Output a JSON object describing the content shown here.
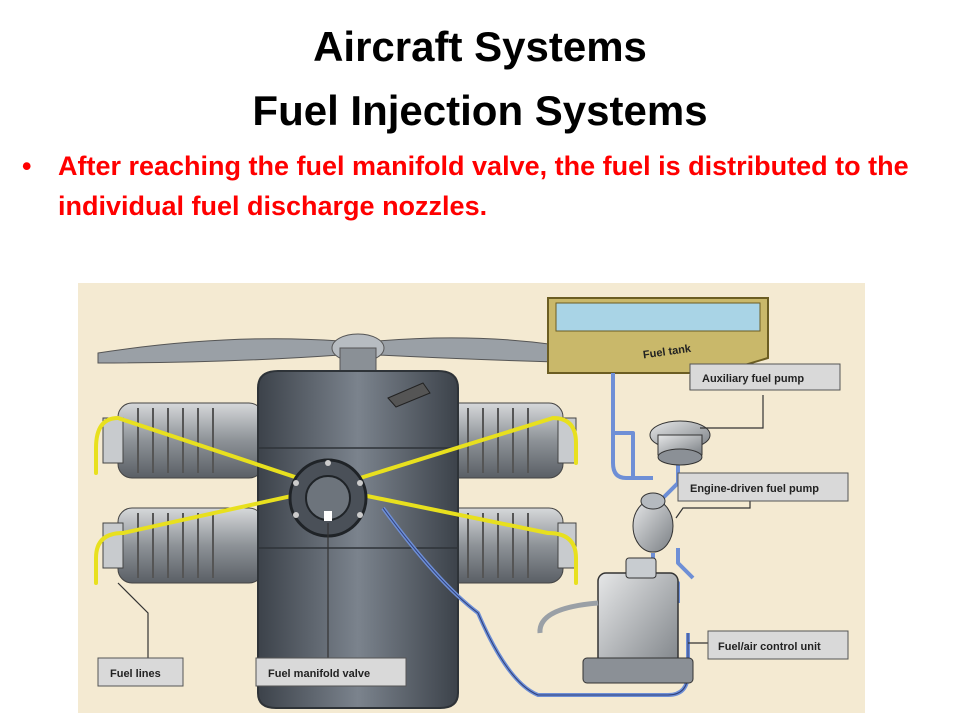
{
  "slide": {
    "title_line1": "Aircraft Systems",
    "title_line2": "Fuel Injection Systems",
    "bullet": "After reaching the fuel manifold valve, the fuel is distributed to the individual fuel discharge nozzles."
  },
  "diagram": {
    "labels": {
      "fuel_tank": "Fuel tank",
      "auxiliary_pump": "Auxiliary fuel pump",
      "engine_pump": "Engine-driven fuel pump",
      "control_unit": "Fuel/air control unit",
      "fuel_lines": "Fuel lines",
      "manifold_valve": "Fuel manifold valve"
    },
    "colors": {
      "background": "#f4ead2",
      "fuel_line_yellow": "#e8e01e",
      "fuel_line_blue": "#6e8fd6",
      "engine_gray": "#5f6670",
      "tank": "#c9b86a"
    }
  }
}
